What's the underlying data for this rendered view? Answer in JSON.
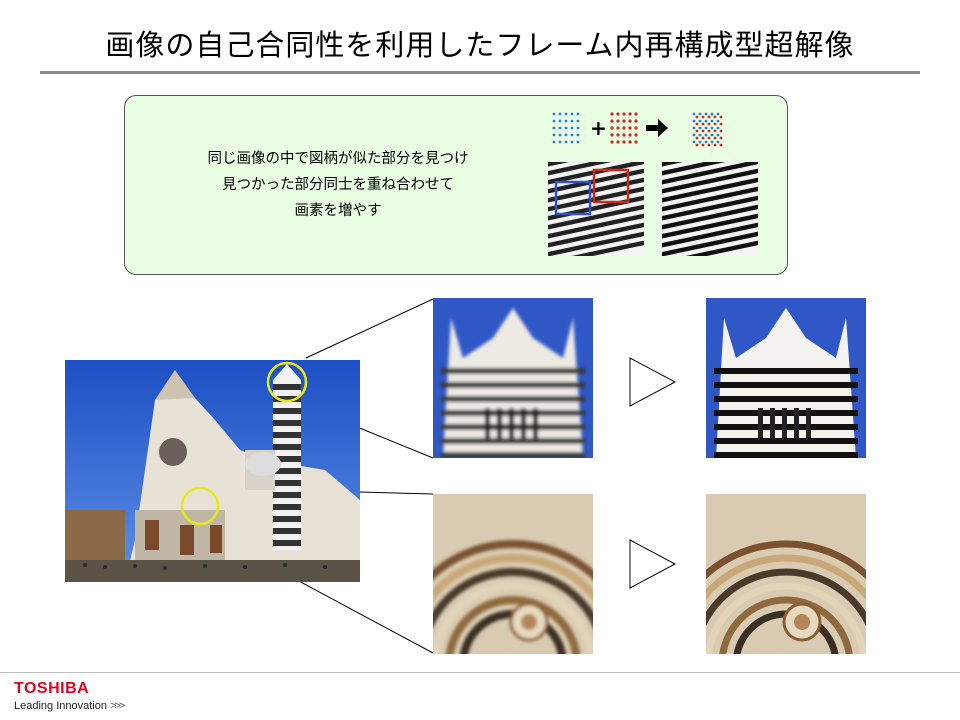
{
  "slide": {
    "title": "画像の自己合同性を利用したフレーム内再構成型超解像"
  },
  "callout": {
    "lines": [
      "同じ画像の中で図柄が似た部分を見つけ",
      "見つかった部分同士を重ね合わせて",
      "画素を増やす"
    ],
    "plus_symbol": "+",
    "arrow_symbol": "➡"
  },
  "colors": {
    "callout_bg": "#e9fde3",
    "blue_dots": "#2a7be0",
    "red_dots": "#d0281c",
    "circle_marker": "#e8e81a",
    "brand_red": "#e4001b"
  },
  "footer": {
    "brand": "TOSHIBA",
    "tagline": "Leading Innovation",
    "tagline_chevrons": ">>>"
  }
}
